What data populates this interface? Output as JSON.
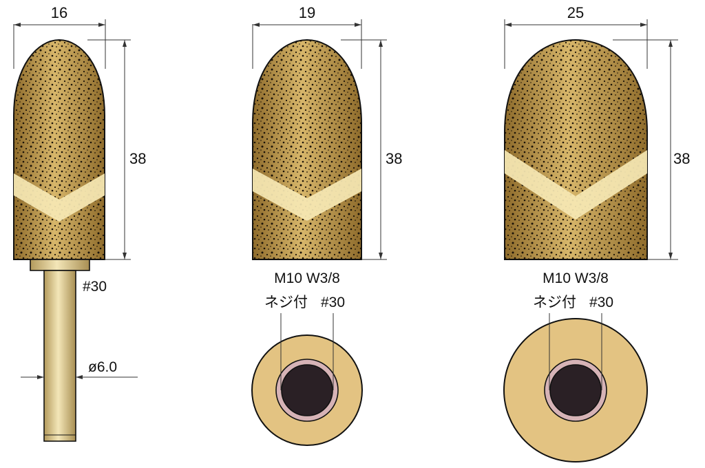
{
  "colors": {
    "grit": "#c9a55a",
    "grit_dark": "#9c7a35",
    "band": "#f6e8b4",
    "shank": "#ddc88f",
    "face": "#e3c382",
    "ring": "#d6b3b6",
    "hole": "#2a2025",
    "outline": "#111111"
  },
  "tools": [
    {
      "width_label": "16",
      "height_label": "38",
      "mount": "shank",
      "grit_label": "#30",
      "shank_label": "ø6.0"
    },
    {
      "width_label": "19",
      "height_label": "38",
      "mount": "thread",
      "thread_label": "M10 W3/8",
      "thread_note": "ネジ付",
      "grit_label": "#30"
    },
    {
      "width_label": "25",
      "height_label": "38",
      "mount": "thread",
      "thread_label": "M10 W3/8",
      "thread_note": "ネジ付",
      "grit_label": "#30"
    }
  ]
}
